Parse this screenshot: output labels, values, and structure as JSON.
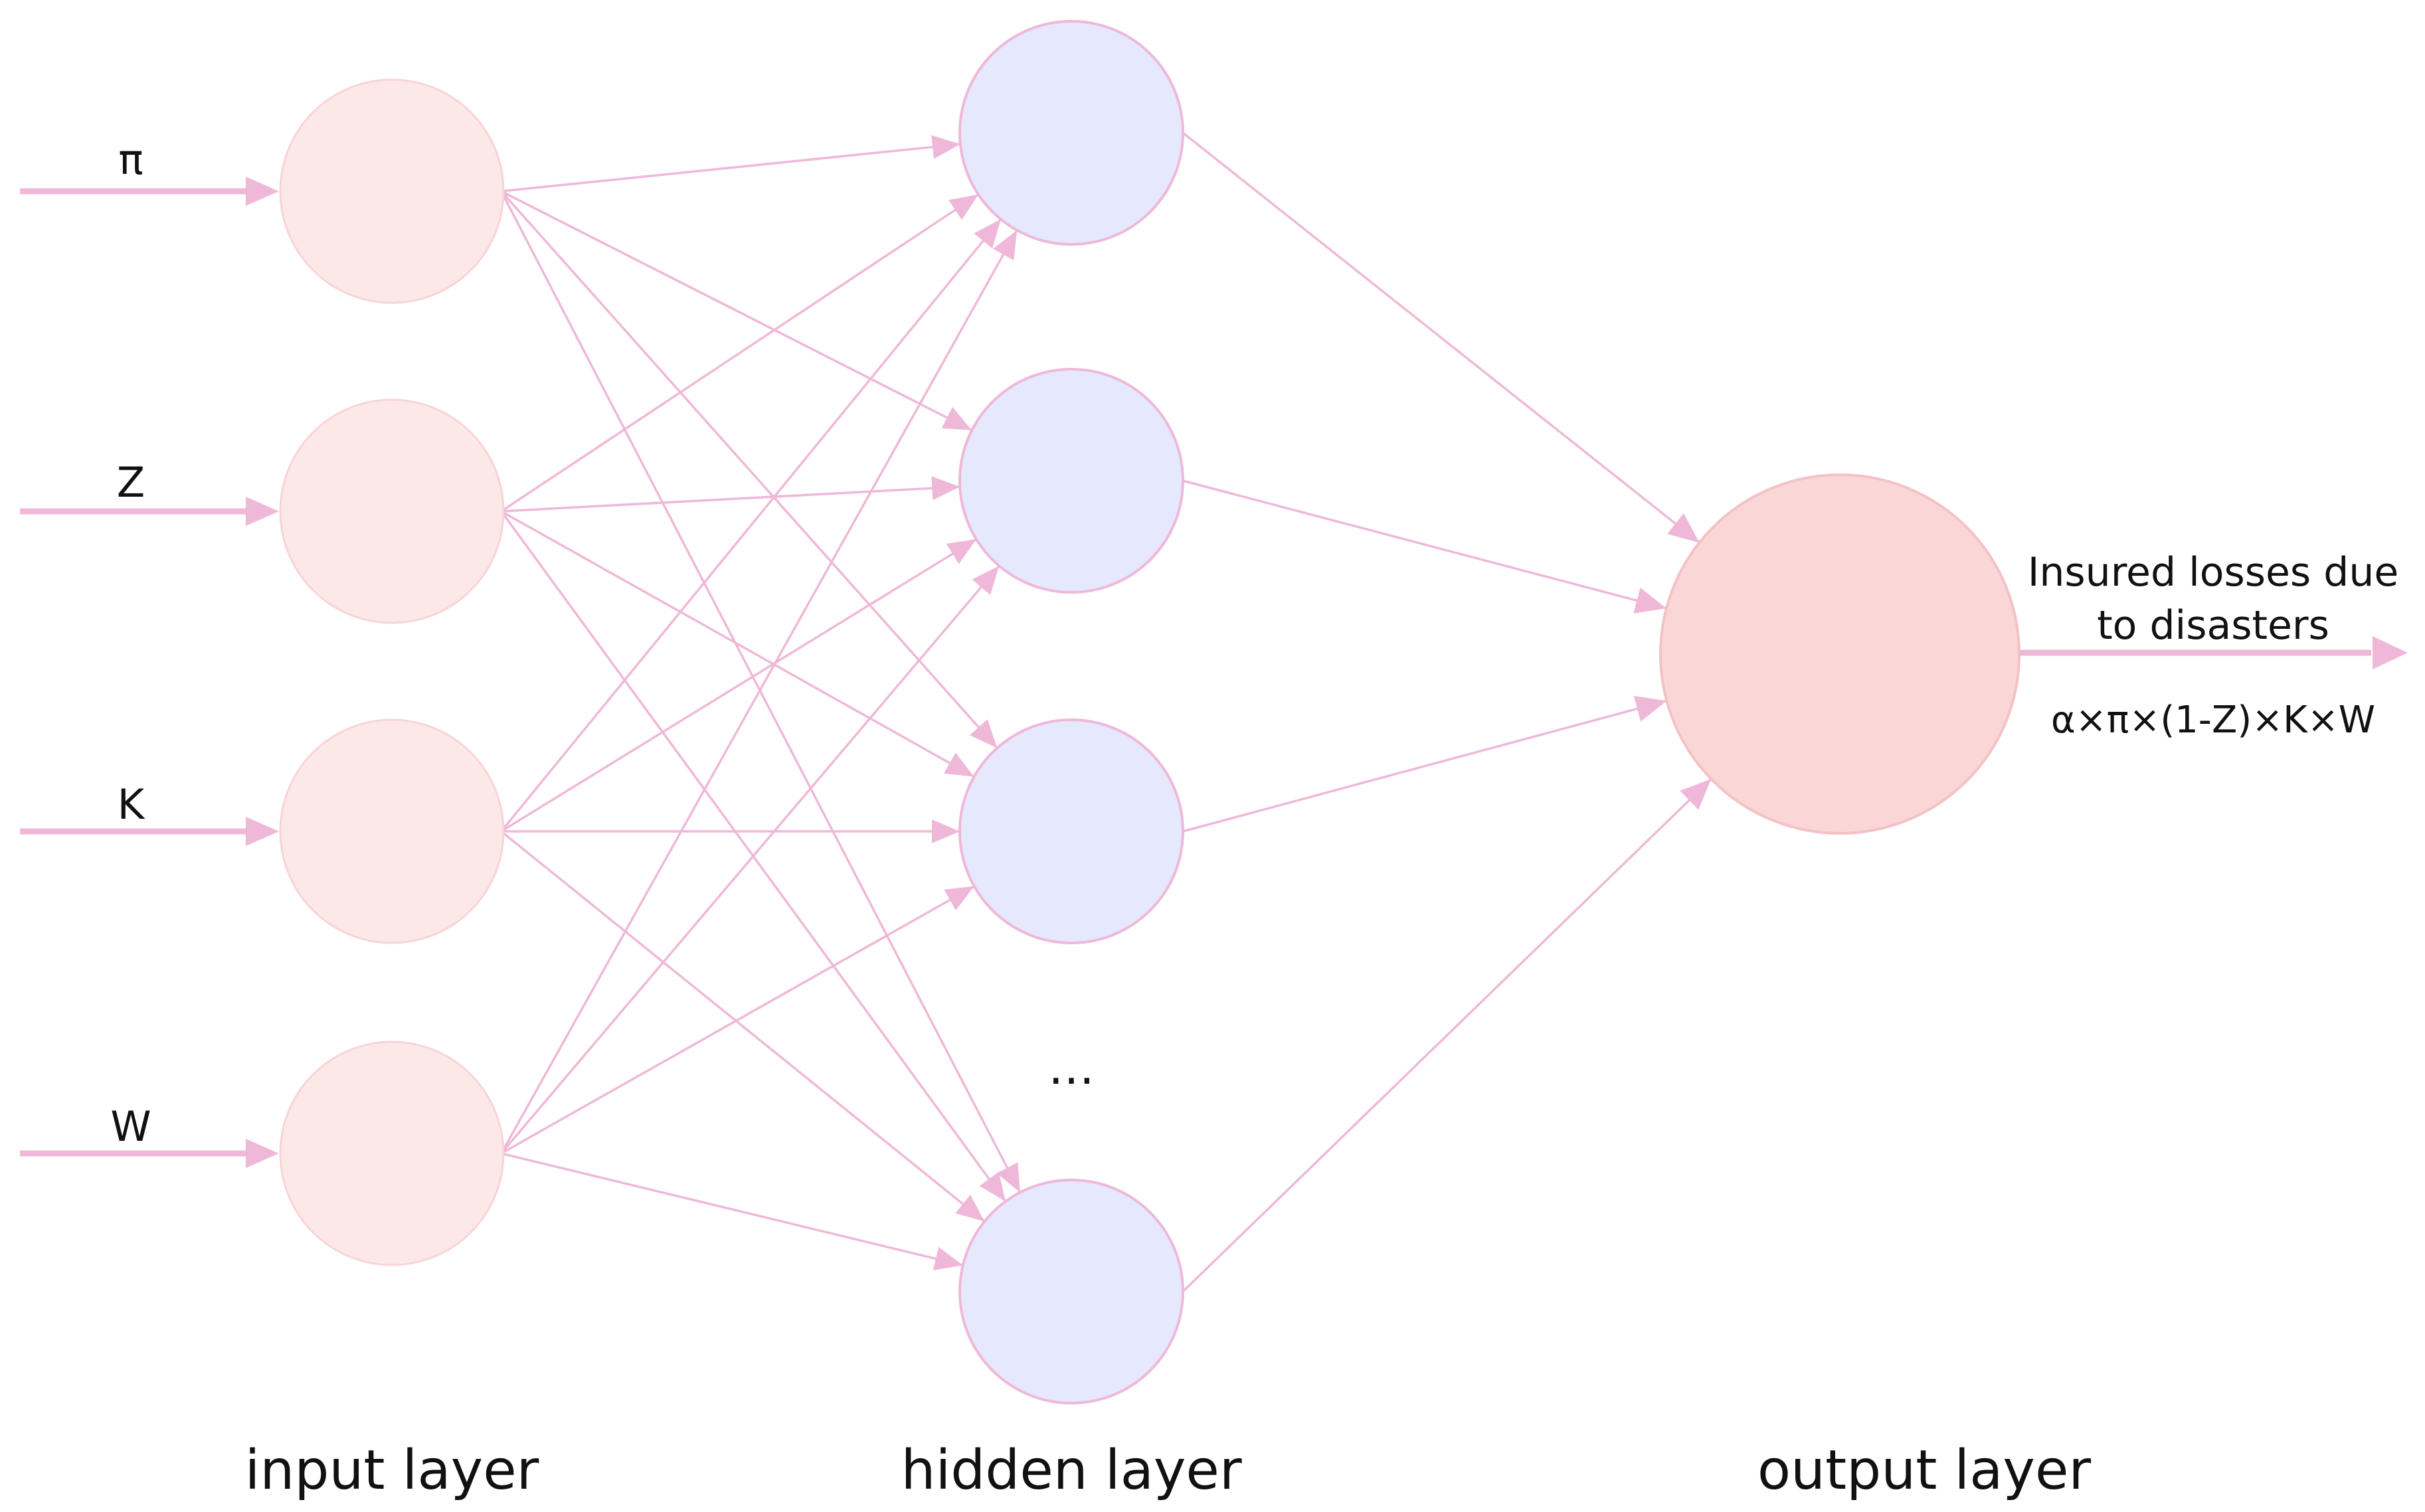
{
  "input_layer": {
    "label": "input layer",
    "inputs": [
      "π",
      "Z",
      "K",
      "W"
    ]
  },
  "hidden_layer": {
    "label": "hidden layer",
    "ellipsis": "…"
  },
  "output_layer": {
    "label": "output layer",
    "description_line1": "Insured losses due",
    "description_line2": "to disasters",
    "formula": "α×π×(1-Z)×K×W"
  },
  "colors": {
    "edge": "#efb8d8",
    "input_node_fill": "#fde8e8",
    "hidden_node_fill": "#e6e8fd",
    "output_node_fill": "#fbd6d6"
  }
}
